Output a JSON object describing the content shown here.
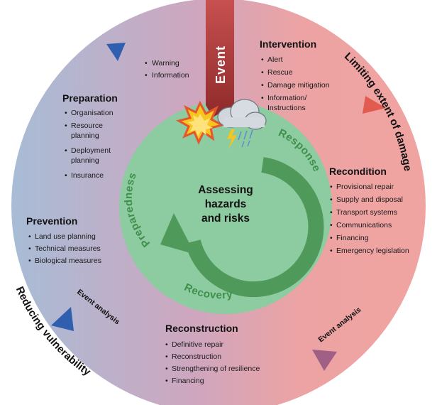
{
  "outer_labels": {
    "top_right": "Limiting extent of damage",
    "bottom_left": "Reducing vulnerability"
  },
  "event_label": "Event",
  "event_analysis_label": "Event analysis",
  "inner_ring": {
    "preparedness": "Preparedness",
    "response": "Response",
    "recovery": "Recovery"
  },
  "center_text": [
    "Assessing",
    "hazards",
    "and risks"
  ],
  "sections": {
    "warning": {
      "items": [
        "Warning",
        "Information"
      ]
    },
    "preparation": {
      "title": "Preparation",
      "items": [
        [
          "Organisation"
        ],
        [
          "Resource",
          "planning"
        ],
        [
          "Deployment",
          "planning"
        ],
        [
          "Insurance"
        ]
      ]
    },
    "prevention": {
      "title": "Prevention",
      "items": [
        [
          "Land use planning"
        ],
        [
          "Technical measures"
        ],
        [
          "Biological measures"
        ]
      ]
    },
    "intervention": {
      "title": "Intervention",
      "items": [
        [
          "Alert"
        ],
        [
          "Rescue"
        ],
        [
          "Damage mitigation"
        ],
        [
          "Information/",
          "Instructions"
        ]
      ]
    },
    "recondition": {
      "title": "Recondition",
      "items": [
        [
          "Provisional repair"
        ],
        [
          "Supply and disposal"
        ],
        [
          "Transport systems"
        ],
        [
          "Communications"
        ],
        [
          "Financing"
        ],
        [
          "Emergency legislation"
        ]
      ]
    },
    "reconstruction": {
      "title": "Reconstruction",
      "items": [
        [
          "Definitive repair"
        ],
        [
          "Reconstruction"
        ],
        [
          "Strengthening of resilience"
        ],
        [
          "Financing"
        ]
      ]
    }
  },
  "colors": {
    "outer_left": "#a8bcd6",
    "outer_mid": "#cfa6be",
    "outer_right": "#eda3a3",
    "inner_circle": "#8dcba0",
    "inner_arrow": "#4f9a5b",
    "event_banner": "#a83636",
    "arrow_blue": "#2f5fae",
    "arrow_red": "#e25b4f",
    "arrow_purple": "#a05f85"
  }
}
